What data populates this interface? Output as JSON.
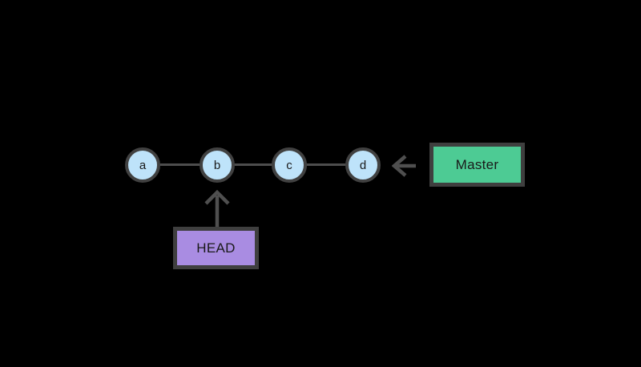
{
  "diagram": {
    "title": "git-commit-history",
    "nodes": [
      {
        "id": "a",
        "label": "a"
      },
      {
        "id": "b",
        "label": "b"
      },
      {
        "id": "c",
        "label": "c"
      },
      {
        "id": "d",
        "label": "d"
      }
    ],
    "edges": [
      {
        "from": "a",
        "to": "b"
      },
      {
        "from": "b",
        "to": "c"
      },
      {
        "from": "c",
        "to": "d"
      }
    ],
    "master_label": "Master",
    "head_label": "HEAD",
    "pointers": [
      {
        "from": "Master",
        "to": "d",
        "direction": "left"
      },
      {
        "from": "HEAD",
        "to": "b",
        "direction": "up"
      }
    ]
  },
  "colors": {
    "background": "#000000",
    "node_fill": "#bee3fa",
    "node_border": "#414141",
    "edge": "#4d4d4d",
    "arrow": "#4f4f4f",
    "master_fill": "#4dcb94",
    "head_fill": "#a98ce2",
    "box_border": "#3f3f3f",
    "text": "#1a1a1a"
  }
}
